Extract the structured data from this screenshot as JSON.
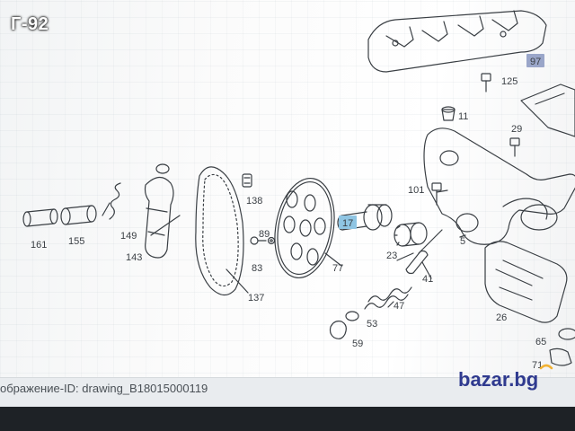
{
  "overlay": {
    "listing_code": "Г-92"
  },
  "drawing": {
    "part_labels": [
      "161",
      "155",
      "149",
      "143",
      "138",
      "137",
      "89",
      "83",
      "77",
      "17",
      "23",
      "41",
      "47",
      "53",
      "59",
      "101",
      "5",
      "11",
      "29",
      "125",
      "97",
      "26",
      "65",
      "71"
    ],
    "highlighted_labels": [
      "17",
      "97"
    ]
  },
  "footer": {
    "image_id_text": "ображение-ID: drawing_B18015000119"
  },
  "brand": {
    "name": "bazar.bg",
    "text_color": "#2f3a8f",
    "accent_color": "#f2b233"
  },
  "colors": {
    "line": "#3a3f44",
    "highlight": "#8fc5e3"
  }
}
